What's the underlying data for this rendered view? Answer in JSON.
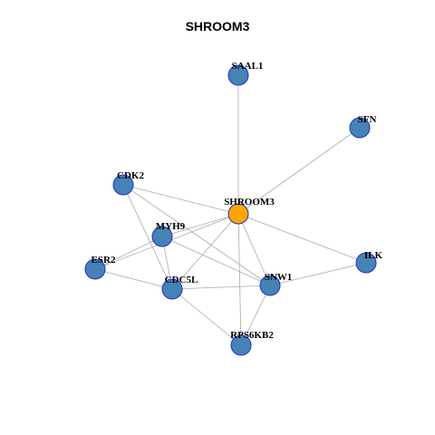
{
  "title": "SHROOM3",
  "colors": {
    "hub_fill": "#ffa500",
    "node_fill": "#4682b4",
    "node_stroke": "#1f2fd0",
    "edge": "#aaaaaa"
  },
  "nodes": [
    {
      "id": "SHROOM3",
      "label": "SHROOM3",
      "hub": true
    },
    {
      "id": "SAAL1",
      "label": "SAAL1"
    },
    {
      "id": "SFN",
      "label": "SFN"
    },
    {
      "id": "CDK2",
      "label": "CDK2"
    },
    {
      "id": "MYH9",
      "label": "MYH9"
    },
    {
      "id": "ESR2",
      "label": "ESR2"
    },
    {
      "id": "CDC5L",
      "label": "CDC5L"
    },
    {
      "id": "SNW1",
      "label": "SNW1"
    },
    {
      "id": "ILK",
      "label": "ILK"
    },
    {
      "id": "RPS6KB2",
      "label": "RPS6KB2"
    }
  ],
  "edges": [
    [
      "SHROOM3",
      "SAAL1"
    ],
    [
      "SHROOM3",
      "SFN"
    ],
    [
      "SHROOM3",
      "CDK2"
    ],
    [
      "SHROOM3",
      "MYH9"
    ],
    [
      "SHROOM3",
      "ESR2"
    ],
    [
      "SHROOM3",
      "CDC5L"
    ],
    [
      "SHROOM3",
      "SNW1"
    ],
    [
      "SHROOM3",
      "ILK"
    ],
    [
      "SHROOM3",
      "RPS6KB2"
    ],
    [
      "CDK2",
      "CDC5L"
    ],
    [
      "CDK2",
      "SNW1"
    ],
    [
      "MYH9",
      "ESR2"
    ],
    [
      "MYH9",
      "CDC5L"
    ],
    [
      "MYH9",
      "SNW1"
    ],
    [
      "ESR2",
      "CDC5L"
    ],
    [
      "CDC5L",
      "SNW1"
    ],
    [
      "CDC5L",
      "RPS6KB2"
    ],
    [
      "SNW1",
      "ILK"
    ],
    [
      "SNW1",
      "RPS6KB2"
    ]
  ]
}
